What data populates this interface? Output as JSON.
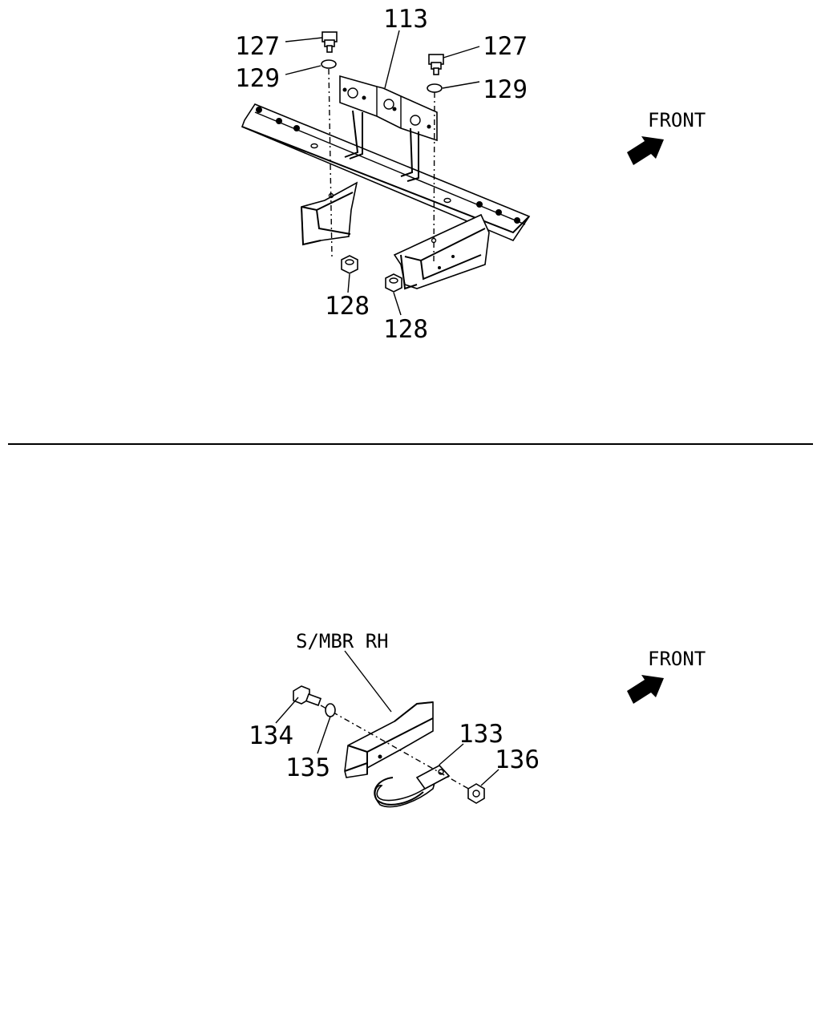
{
  "top_view": {
    "callouts": {
      "bracket": "113",
      "bolt_left": "127",
      "bolt_right": "127",
      "washer_left": "129",
      "washer_right": "129",
      "nut_left": "128",
      "nut_right": "128"
    },
    "front_label": "FRONT"
  },
  "bottom_view": {
    "member_label": "S/MBR RH",
    "callouts": {
      "hook": "133",
      "bolt": "134",
      "washer": "135",
      "nut": "136"
    },
    "front_label": "FRONT"
  },
  "colors": {
    "ink": "#000000",
    "paper": "#ffffff"
  },
  "icons": {
    "front_arrow": "arrow-icon"
  }
}
